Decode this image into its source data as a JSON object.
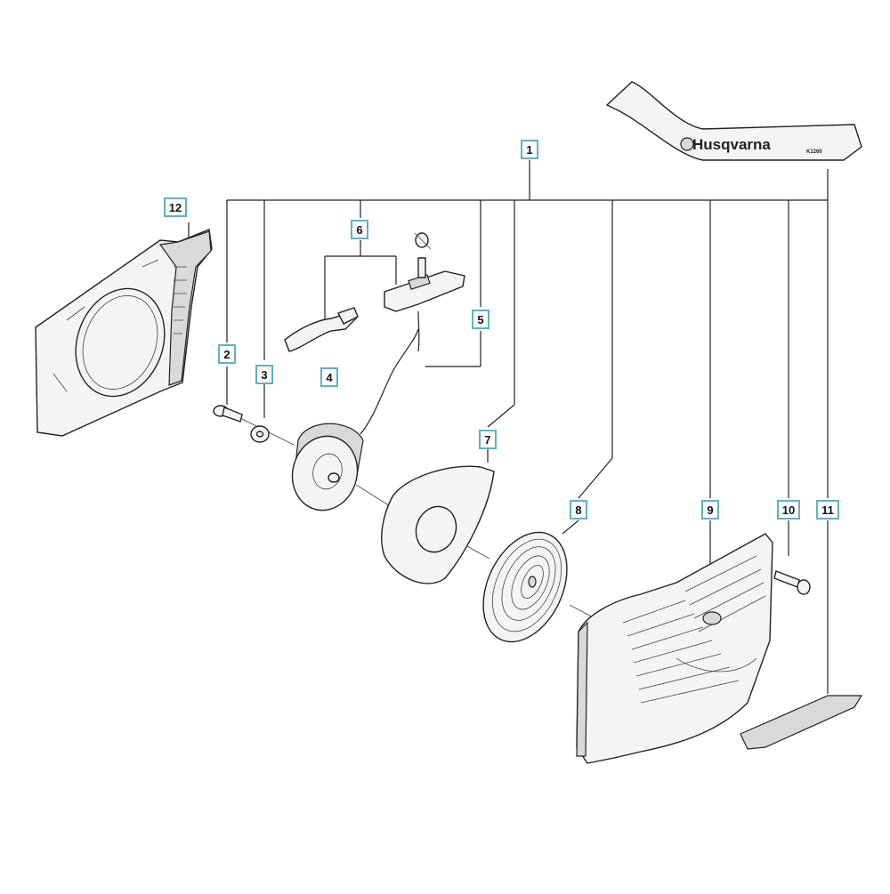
{
  "diagram": {
    "callouts": [
      "1",
      "2",
      "3",
      "4",
      "5",
      "6",
      "7",
      "8",
      "9",
      "10",
      "11",
      "12"
    ]
  },
  "decal": {
    "brand": "Husqvarna",
    "model": "K1260"
  },
  "colors": {
    "callout_border": "#5fb0c8",
    "line": "#222222",
    "part_fill": "#f4f4f4",
    "part_shadow": "#d9d9d9"
  }
}
